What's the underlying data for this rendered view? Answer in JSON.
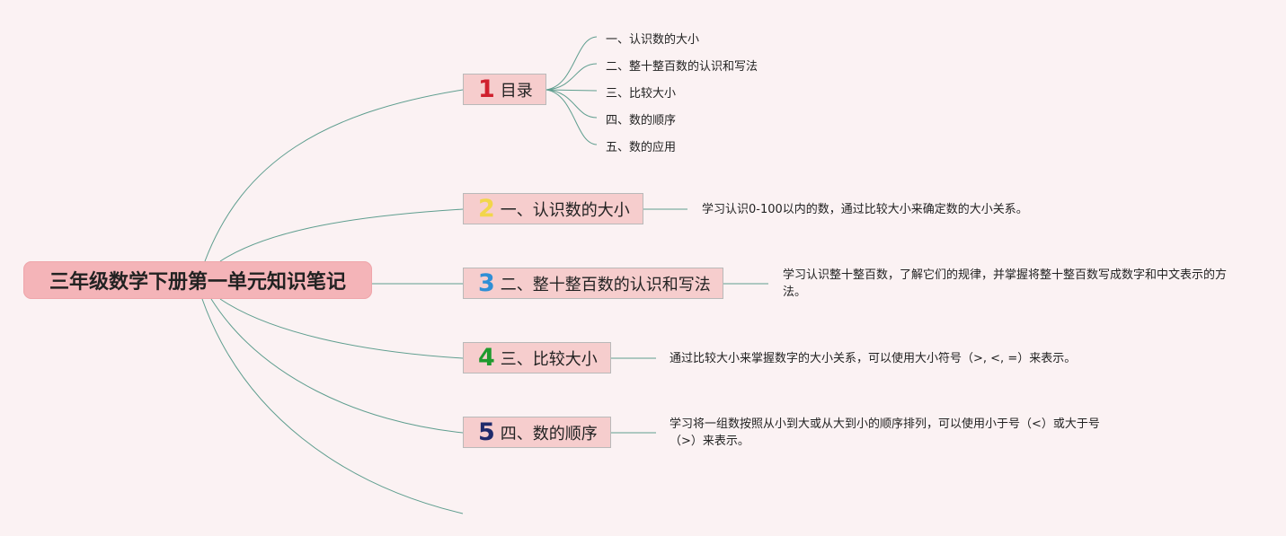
{
  "root": {
    "title": "三年级数学下册第一单元知识笔记"
  },
  "branches": [
    {
      "num": "1",
      "num_color": "#d0202e",
      "label": "目录"
    },
    {
      "num": "2",
      "num_color": "#f2d64a",
      "label": "一、认识数的大小"
    },
    {
      "num": "3",
      "num_color": "#2f8fd6",
      "label": "二、整十整百数的认识和写法"
    },
    {
      "num": "4",
      "num_color": "#1f9a2e",
      "label": "三、比较大小"
    },
    {
      "num": "5",
      "num_color": "#1f2a6b",
      "label": "四、数的顺序"
    }
  ],
  "toc": [
    "一、认识数的大小",
    "二、整十整百数的认识和写法",
    "三、比较大小",
    "四、数的顺序",
    "五、数的应用"
  ],
  "descriptions": [
    "学习认识0-100以内的数，通过比较大小来确定数的大小关系。",
    "学习认识整十整百数，了解它们的规律，并掌握将整十整百数写成数字和中文表示的方法。",
    "通过比较大小来掌握数字的大小关系，可以使用大小符号（>, <, =）来表示。",
    "学习将一组数按照从小到大或从大到小的顺序排列，可以使用小于号（<）或大于号（>）来表示。"
  ],
  "colors": {
    "line": "#5f9e8f",
    "root_bg": "#f4b4b8",
    "branch_bg": "#f6cdcd"
  }
}
